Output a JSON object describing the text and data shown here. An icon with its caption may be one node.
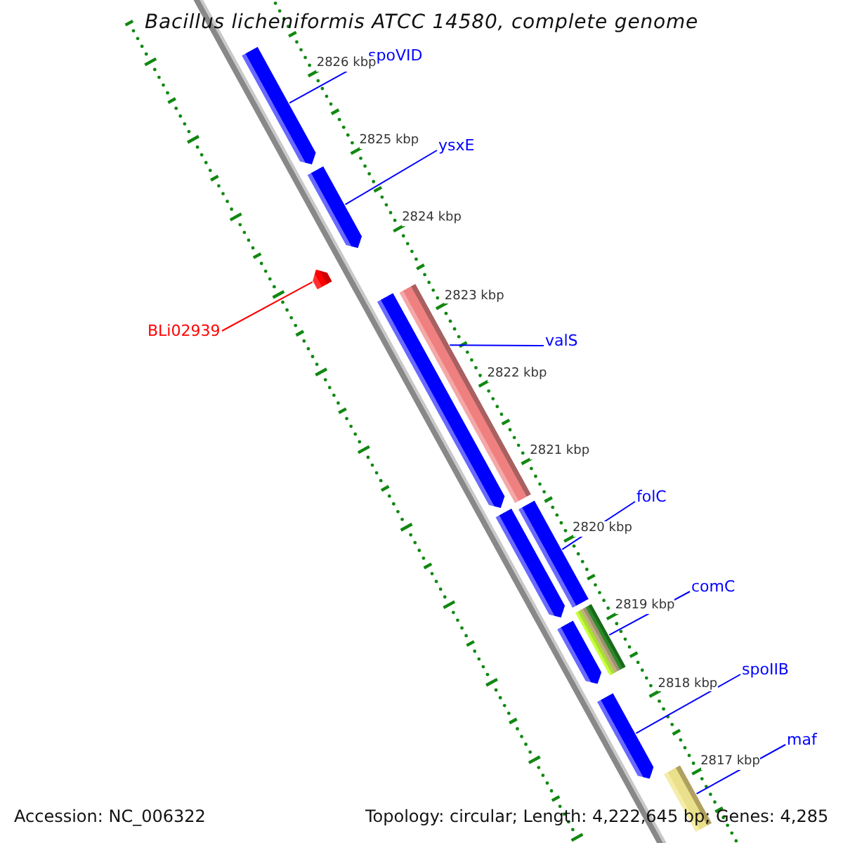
{
  "diagram": {
    "title": "Bacillus licheniformis ATCC 14580, complete genome",
    "nodes": [
      {
        "text": [
          "spoVID"
        ]
      },
      {
        "text": [
          "ysxE"
        ]
      },
      {
        "text": [
          "BLi02939"
        ]
      },
      {
        "text": [
          "valS"
        ]
      },
      {
        "text": [
          "folC"
        ]
      },
      {
        "text": [
          "comC"
        ]
      },
      {
        "text": [
          "spoIIB"
        ]
      },
      {
        "text": [
          "maf"
        ]
      },
      {
        "text": [],
        "shape": "arrow"
      },
      {
        "text": [],
        "shape": "arrow"
      },
      {
        "text": [],
        "shape": "arrow"
      },
      {
        "text": [],
        "shape": "arrow"
      },
      {
        "text": [],
        "shape": "arrow"
      },
      {
        "text": [],
        "shape": "arrow"
      },
      {
        "text": [],
        "shape": "arrow"
      },
      {
        "text": [],
        "shape": "arrow"
      },
      {
        "text": [],
        "shape": "arrow"
      },
      {
        "text": [],
        "shape": "arrow"
      },
      {
        "text": [],
        "shape": "arrow"
      }
    ],
    "edges": [
      {
        "from": 0,
        "to": 8,
        "arrow": "none"
      },
      {
        "from": 1,
        "to": 9,
        "arrow": "none"
      },
      {
        "from": 2,
        "to": 10,
        "arrow": "none",
        "color": "#ff0000"
      },
      {
        "from": 3,
        "to": 12,
        "arrow": "none"
      },
      {
        "from": 4,
        "to": 14,
        "arrow": "none"
      },
      {
        "from": 5,
        "to": 15,
        "arrow": "none"
      },
      {
        "from": 6,
        "to": 17,
        "arrow": "none"
      },
      {
        "from": 7,
        "to": 18,
        "arrow": "none"
      }
    ],
    "labels": [
      "2826 kbp",
      "2825 kbp",
      "2824 kbp",
      "2823 kbp",
      "2822 kbp",
      "2821 kbp",
      "2820 kbp",
      "2819 kbp",
      "2818 kbp",
      "2817 kbp",
      "Accession: NC_006322",
      "Topology: circular; Length: 4,222,645 bp; Genes: 4,285"
    ]
  }
}
